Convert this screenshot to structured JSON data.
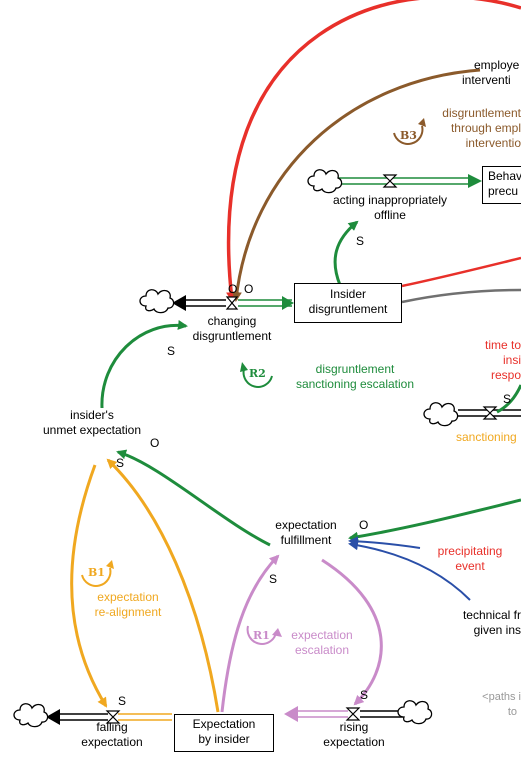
{
  "stocks": {
    "insider_disgruntlement": [
      "Insider",
      "disgruntlement"
    ],
    "expectation_by_insider": [
      "Expectation",
      "by insider"
    ],
    "behavioral_precursors": [
      "Behav",
      "precu"
    ]
  },
  "flows": {
    "changing_disgruntlement": [
      "changing",
      "disgruntlement"
    ],
    "acting_inappropriately_offline": [
      "acting inappropriately",
      "offline"
    ],
    "falling_expectation": [
      "falling",
      "expectation"
    ],
    "rising_expectation": [
      "rising",
      "expectation"
    ],
    "sanctioning": "sanctioning"
  },
  "variables": {
    "insiders_unmet_expectation": [
      "insider's",
      "unmet expectation"
    ],
    "expectation_fulfillment": [
      "expectation",
      "fulfillment"
    ],
    "employee_intervention": [
      "employe",
      "interventi"
    ],
    "precipitating_event": [
      "precipitating",
      "event"
    ],
    "technical_freedom": [
      "technical fr",
      "given ins"
    ],
    "time_to_insider_response": [
      "time to",
      "insi",
      "respo"
    ],
    "paths_note": [
      "<paths i",
      "to"
    ]
  },
  "loops": {
    "B3": {
      "id": "B3",
      "name": [
        "disgruntlement",
        "through empl",
        "interventio"
      ],
      "color": "#8B5A2B"
    },
    "R2": {
      "id": "R2",
      "name": [
        "disgruntlement",
        "sanctioning escalation"
      ],
      "color": "#1E8C3C"
    },
    "B1": {
      "id": "B1",
      "name": [
        "expectation",
        "re-alignment"
      ],
      "color": "#F0A820"
    },
    "R1": {
      "id": "R1",
      "name": [
        "expectation",
        "escalation"
      ],
      "color": "#C98BC9"
    }
  },
  "polarities": {
    "s": "S",
    "o": "O"
  },
  "colors": {
    "red": "#E8302A",
    "brown": "#8B5A2B",
    "green": "#1E8C3C",
    "orange": "#F0A820",
    "purple": "#C98BC9",
    "blue": "#2A4FA8",
    "gray": "#707070"
  }
}
